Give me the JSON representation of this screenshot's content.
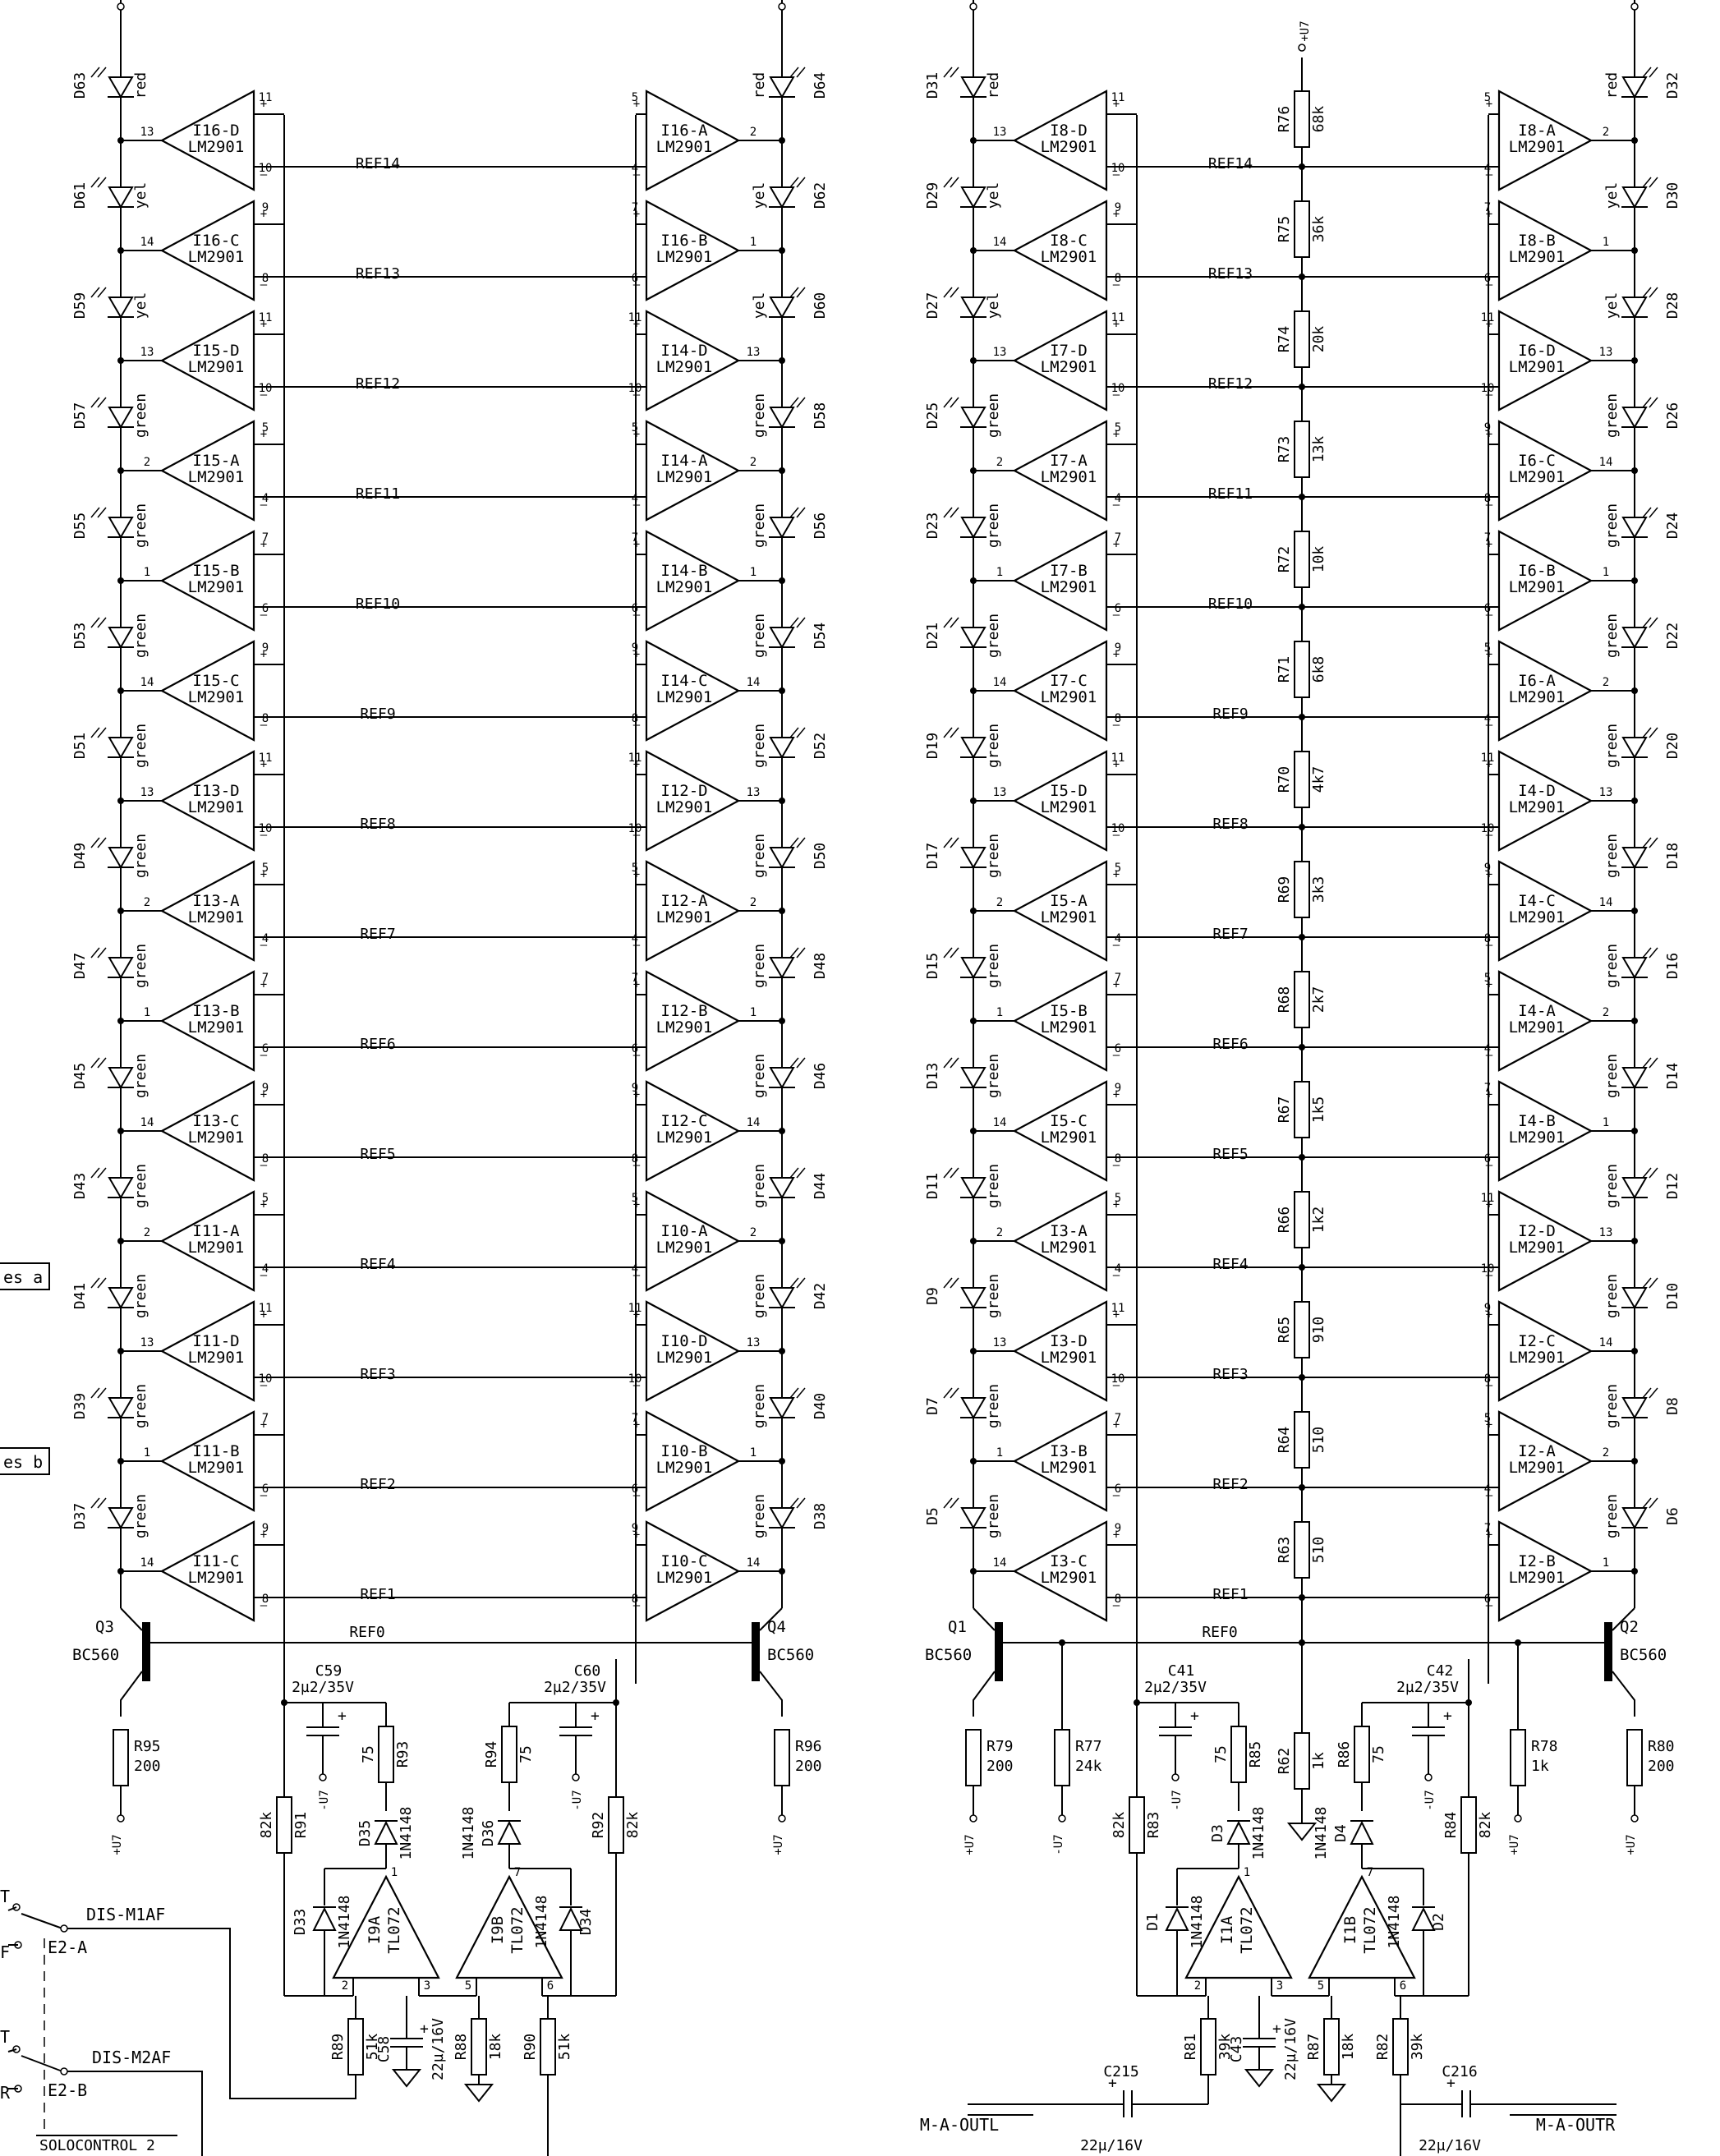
{
  "colors": {
    "ink": "#000000",
    "paper": "#ffffff"
  },
  "supply_label": "+U7",
  "neg_supply_label": "-U7",
  "ref_labels": [
    "REF0",
    "REF1",
    "REF2",
    "REF3",
    "REF4",
    "REF5",
    "REF6",
    "REF7",
    "REF8",
    "REF9",
    "REF10",
    "REF11",
    "REF12",
    "REF13",
    "REF14"
  ],
  "left_half": {
    "left_col": {
      "comparators": [
        {
          "name": "I16-D",
          "part": "LM2901",
          "pin_pos": "11",
          "pin_neg": "10",
          "pin_out": "13"
        },
        {
          "name": "I16-C",
          "part": "LM2901",
          "pin_pos": "9",
          "pin_neg": "8",
          "pin_out": "14"
        },
        {
          "name": "I15-D",
          "part": "LM2901",
          "pin_pos": "11",
          "pin_neg": "10",
          "pin_out": "13"
        },
        {
          "name": "I15-A",
          "part": "LM2901",
          "pin_pos": "5",
          "pin_neg": "4",
          "pin_out": "2"
        },
        {
          "name": "I15-B",
          "part": "LM2901",
          "pin_pos": "7",
          "pin_neg": "6",
          "pin_out": "1"
        },
        {
          "name": "I15-C",
          "part": "LM2901",
          "pin_pos": "9",
          "pin_neg": "8",
          "pin_out": "14"
        },
        {
          "name": "I13-D",
          "part": "LM2901",
          "pin_pos": "11",
          "pin_neg": "10",
          "pin_out": "13"
        },
        {
          "name": "I13-A",
          "part": "LM2901",
          "pin_pos": "5",
          "pin_neg": "4",
          "pin_out": "2"
        },
        {
          "name": "I13-B",
          "part": "LM2901",
          "pin_pos": "7",
          "pin_neg": "6",
          "pin_out": "1"
        },
        {
          "name": "I13-C",
          "part": "LM2901",
          "pin_pos": "9",
          "pin_neg": "8",
          "pin_out": "14"
        },
        {
          "name": "I11-A",
          "part": "LM2901",
          "pin_pos": "5",
          "pin_neg": "4",
          "pin_out": "2"
        },
        {
          "name": "I11-D",
          "part": "LM2901",
          "pin_pos": "11",
          "pin_neg": "10",
          "pin_out": "13"
        },
        {
          "name": "I11-B",
          "part": "LM2901",
          "pin_pos": "7",
          "pin_neg": "6",
          "pin_out": "1"
        },
        {
          "name": "I11-C",
          "part": "LM2901",
          "pin_pos": "9",
          "pin_neg": "8",
          "pin_out": "14"
        }
      ],
      "leds": [
        {
          "ref": "D63",
          "color": "red"
        },
        {
          "ref": "D61",
          "color": "yel"
        },
        {
          "ref": "D59",
          "color": "yel"
        },
        {
          "ref": "D57",
          "color": "green"
        },
        {
          "ref": "D55",
          "color": "green"
        },
        {
          "ref": "D53",
          "color": "green"
        },
        {
          "ref": "D51",
          "color": "green"
        },
        {
          "ref": "D49",
          "color": "green"
        },
        {
          "ref": "D47",
          "color": "green"
        },
        {
          "ref": "D45",
          "color": "green"
        },
        {
          "ref": "D43",
          "color": "green"
        },
        {
          "ref": "D41",
          "color": "green"
        },
        {
          "ref": "D39",
          "color": "green"
        },
        {
          "ref": "D37",
          "color": "green"
        }
      ]
    },
    "right_col": {
      "comparators": [
        {
          "name": "I16-A",
          "part": "LM2901",
          "pin_pos": "5",
          "pin_neg": "4",
          "pin_out": "2"
        },
        {
          "name": "I16-B",
          "part": "LM2901",
          "pin_pos": "7",
          "pin_neg": "6",
          "pin_out": "1"
        },
        {
          "name": "I14-D",
          "part": "LM2901",
          "pin_pos": "11",
          "pin_neg": "10",
          "pin_out": "13"
        },
        {
          "name": "I14-A",
          "part": "LM2901",
          "pin_pos": "5",
          "pin_neg": "4",
          "pin_out": "2"
        },
        {
          "name": "I14-B",
          "part": "LM2901",
          "pin_pos": "7",
          "pin_neg": "6",
          "pin_out": "1"
        },
        {
          "name": "I14-C",
          "part": "LM2901",
          "pin_pos": "9",
          "pin_neg": "8",
          "pin_out": "14"
        },
        {
          "name": "I12-D",
          "part": "LM2901",
          "pin_pos": "11",
          "pin_neg": "10",
          "pin_out": "13"
        },
        {
          "name": "I12-A",
          "part": "LM2901",
          "pin_pos": "5",
          "pin_neg": "4",
          "pin_out": "2"
        },
        {
          "name": "I12-B",
          "part": "LM2901",
          "pin_pos": "7",
          "pin_neg": "6",
          "pin_out": "1"
        },
        {
          "name": "I12-C",
          "part": "LM2901",
          "pin_pos": "9",
          "pin_neg": "8",
          "pin_out": "14"
        },
        {
          "name": "I10-A",
          "part": "LM2901",
          "pin_pos": "5",
          "pin_neg": "4",
          "pin_out": "2"
        },
        {
          "name": "I10-D",
          "part": "LM2901",
          "pin_pos": "11",
          "pin_neg": "10",
          "pin_out": "13"
        },
        {
          "name": "I10-B",
          "part": "LM2901",
          "pin_pos": "7",
          "pin_neg": "6",
          "pin_out": "1"
        },
        {
          "name": "I10-C",
          "part": "LM2901",
          "pin_pos": "9",
          "pin_neg": "8",
          "pin_out": "14"
        }
      ],
      "leds": [
        {
          "ref": "D64",
          "color": "red"
        },
        {
          "ref": "D62",
          "color": "yel"
        },
        {
          "ref": "D60",
          "color": "yel"
        },
        {
          "ref": "D58",
          "color": "green"
        },
        {
          "ref": "D56",
          "color": "green"
        },
        {
          "ref": "D54",
          "color": "green"
        },
        {
          "ref": "D52",
          "color": "green"
        },
        {
          "ref": "D50",
          "color": "green"
        },
        {
          "ref": "D48",
          "color": "green"
        },
        {
          "ref": "D46",
          "color": "green"
        },
        {
          "ref": "D44",
          "color": "green"
        },
        {
          "ref": "D42",
          "color": "green"
        },
        {
          "ref": "D40",
          "color": "green"
        },
        {
          "ref": "D38",
          "color": "green"
        }
      ]
    },
    "transistor_left": {
      "ref": "Q3",
      "part": "BC560"
    },
    "transistor_right": {
      "ref": "Q4",
      "part": "BC560"
    },
    "emitter_res_left": {
      "ref": "R95",
      "value": "200"
    },
    "emitter_res_right": {
      "ref": "R96",
      "value": "200"
    },
    "cap_left": {
      "ref": "C59",
      "value": "2µ2/35V"
    },
    "cap_right": {
      "ref": "C60",
      "value": "2µ2/35V"
    },
    "res_75_left": {
      "ref": "R93",
      "value": "75"
    },
    "res_75_right": {
      "ref": "R94",
      "value": "75"
    },
    "diode_left": {
      "ref": "D35",
      "part": "1N4148"
    },
    "diode_right": {
      "ref": "D36",
      "part": "1N4148"
    },
    "res_82_left": {
      "ref": "R91",
      "value": "82k"
    },
    "res_82_right": {
      "ref": "R92",
      "value": "82k"
    },
    "fb_diode_left": {
      "ref": "D33",
      "part": "1N4148"
    },
    "fb_diode_right": {
      "ref": "D34",
      "part": "1N4148"
    },
    "opamp_a": {
      "name": "I9A",
      "part": "TL072",
      "pin_neg": "2",
      "pin_pos": "3",
      "pin_out": "1"
    },
    "opamp_b": {
      "name": "I9B",
      "part": "TL072",
      "pin_pos": "5",
      "pin_neg": "6",
      "pin_out": "7"
    },
    "res_in_left": {
      "ref": "R89",
      "value": "51k"
    },
    "cap_bottom": {
      "ref": "C58",
      "value": "22µ/16V"
    },
    "res_18": {
      "ref": "R88",
      "value": "18k"
    },
    "res_in_right": {
      "ref": "R90",
      "value": "51k"
    },
    "side_labels": {
      "a": "es a",
      "b": "es b"
    },
    "switch": {
      "sw1_label": "DIS-M1AF",
      "sw1_sub": "E2-A",
      "sw2_label": "DIS-M2AF",
      "sw2_sub": "E2-B",
      "frag_t1": "T",
      "frag_f": "F",
      "frag_t2": "T",
      "frag_r": "R",
      "block": "SOLOCONTROL 2"
    }
  },
  "right_half": {
    "left_col": {
      "comparators": [
        {
          "name": "I8-D",
          "part": "LM2901",
          "pin_pos": "11",
          "pin_neg": "10",
          "pin_out": "13"
        },
        {
          "name": "I8-C",
          "part": "LM2901",
          "pin_pos": "9",
          "pin_neg": "8",
          "pin_out": "14"
        },
        {
          "name": "I7-D",
          "part": "LM2901",
          "pin_pos": "11",
          "pin_neg": "10",
          "pin_out": "13"
        },
        {
          "name": "I7-A",
          "part": "LM2901",
          "pin_pos": "5",
          "pin_neg": "4",
          "pin_out": "2"
        },
        {
          "name": "I7-B",
          "part": "LM2901",
          "pin_pos": "7",
          "pin_neg": "6",
          "pin_out": "1"
        },
        {
          "name": "I7-C",
          "part": "LM2901",
          "pin_pos": "9",
          "pin_neg": "8",
          "pin_out": "14"
        },
        {
          "name": "I5-D",
          "part": "LM2901",
          "pin_pos": "11",
          "pin_neg": "10",
          "pin_out": "13"
        },
        {
          "name": "I5-A",
          "part": "LM2901",
          "pin_pos": "5",
          "pin_neg": "4",
          "pin_out": "2"
        },
        {
          "name": "I5-B",
          "part": "LM2901",
          "pin_pos": "7",
          "pin_neg": "6",
          "pin_out": "1"
        },
        {
          "name": "I5-C",
          "part": "LM2901",
          "pin_pos": "9",
          "pin_neg": "8",
          "pin_out": "14"
        },
        {
          "name": "I3-A",
          "part": "LM2901",
          "pin_pos": "5",
          "pin_neg": "4",
          "pin_out": "2"
        },
        {
          "name": "I3-D",
          "part": "LM2901",
          "pin_pos": "11",
          "pin_neg": "10",
          "pin_out": "13"
        },
        {
          "name": "I3-B",
          "part": "LM2901",
          "pin_pos": "7",
          "pin_neg": "6",
          "pin_out": "1"
        },
        {
          "name": "I3-C",
          "part": "LM2901",
          "pin_pos": "9",
          "pin_neg": "8",
          "pin_out": "14"
        }
      ],
      "leds": [
        {
          "ref": "D31",
          "color": "red"
        },
        {
          "ref": "D29",
          "color": "yel"
        },
        {
          "ref": "D27",
          "color": "yel"
        },
        {
          "ref": "D25",
          "color": "green"
        },
        {
          "ref": "D23",
          "color": "green"
        },
        {
          "ref": "D21",
          "color": "green"
        },
        {
          "ref": "D19",
          "color": "green"
        },
        {
          "ref": "D17",
          "color": "green"
        },
        {
          "ref": "D15",
          "color": "green"
        },
        {
          "ref": "D13",
          "color": "green"
        },
        {
          "ref": "D11",
          "color": "green"
        },
        {
          "ref": "D9",
          "color": "green"
        },
        {
          "ref": "D7",
          "color": "green"
        },
        {
          "ref": "D5",
          "color": "green"
        }
      ]
    },
    "right_col": {
      "comparators": [
        {
          "name": "I8-A",
          "part": "LM2901",
          "pin_pos": "5",
          "pin_neg": "4",
          "pin_out": "2"
        },
        {
          "name": "I8-B",
          "part": "LM2901",
          "pin_pos": "7",
          "pin_neg": "6",
          "pin_out": "1"
        },
        {
          "name": "I6-D",
          "part": "LM2901",
          "pin_pos": "11",
          "pin_neg": "10",
          "pin_out": "13"
        },
        {
          "name": "I6-C",
          "part": "LM2901",
          "pin_pos": "9",
          "pin_neg": "8",
          "pin_out": "14"
        },
        {
          "name": "I6-B",
          "part": "LM2901",
          "pin_pos": "7",
          "pin_neg": "6",
          "pin_out": "1"
        },
        {
          "name": "I6-A",
          "part": "LM2901",
          "pin_pos": "5",
          "pin_neg": "4",
          "pin_out": "2"
        },
        {
          "name": "I4-D",
          "part": "LM2901",
          "pin_pos": "11",
          "pin_neg": "10",
          "pin_out": "13"
        },
        {
          "name": "I4-C",
          "part": "LM2901",
          "pin_pos": "9",
          "pin_neg": "8",
          "pin_out": "14"
        },
        {
          "name": "I4-A",
          "part": "LM2901",
          "pin_pos": "5",
          "pin_neg": "4",
          "pin_out": "2"
        },
        {
          "name": "I4-B",
          "part": "LM2901",
          "pin_pos": "7",
          "pin_neg": "6",
          "pin_out": "1"
        },
        {
          "name": "I2-D",
          "part": "LM2901",
          "pin_pos": "11",
          "pin_neg": "10",
          "pin_out": "13"
        },
        {
          "name": "I2-C",
          "part": "LM2901",
          "pin_pos": "9",
          "pin_neg": "8",
          "pin_out": "14"
        },
        {
          "name": "I2-A",
          "part": "LM2901",
          "pin_pos": "5",
          "pin_neg": "4",
          "pin_out": "2"
        },
        {
          "name": "I2-B",
          "part": "LM2901",
          "pin_pos": "7",
          "pin_neg": "6",
          "pin_out": "1"
        }
      ],
      "leds": [
        {
          "ref": "D32",
          "color": "red"
        },
        {
          "ref": "D30",
          "color": "yel"
        },
        {
          "ref": "D28",
          "color": "yel"
        },
        {
          "ref": "D26",
          "color": "green"
        },
        {
          "ref": "D24",
          "color": "green"
        },
        {
          "ref": "D22",
          "color": "green"
        },
        {
          "ref": "D20",
          "color": "green"
        },
        {
          "ref": "D18",
          "color": "green"
        },
        {
          "ref": "D16",
          "color": "green"
        },
        {
          "ref": "D14",
          "color": "green"
        },
        {
          "ref": "D12",
          "color": "green"
        },
        {
          "ref": "D10",
          "color": "green"
        },
        {
          "ref": "D8",
          "color": "green"
        },
        {
          "ref": "D6",
          "color": "green"
        }
      ]
    },
    "ladder": [
      {
        "ref": "R76",
        "value": "68k"
      },
      {
        "ref": "R75",
        "value": "36k"
      },
      {
        "ref": "R74",
        "value": "20k"
      },
      {
        "ref": "R73",
        "value": "13k"
      },
      {
        "ref": "R72",
        "value": "10k"
      },
      {
        "ref": "R71",
        "value": "6k8"
      },
      {
        "ref": "R70",
        "value": "4k7"
      },
      {
        "ref": "R69",
        "value": "3k3"
      },
      {
        "ref": "R68",
        "value": "2k7"
      },
      {
        "ref": "R67",
        "value": "1k5"
      },
      {
        "ref": "R66",
        "value": "1k2"
      },
      {
        "ref": "R65",
        "value": "910"
      },
      {
        "ref": "R64",
        "value": "510"
      },
      {
        "ref": "R63",
        "value": "510"
      }
    ],
    "ladder_bottom": {
      "ref": "R62",
      "value": "1k"
    },
    "transistor_left": {
      "ref": "Q1",
      "part": "BC560"
    },
    "transistor_right": {
      "ref": "Q2",
      "part": "BC560"
    },
    "emitter_res_left": {
      "ref": "R79",
      "value": "200"
    },
    "emitter_res_right": {
      "ref": "R80",
      "value": "200"
    },
    "bias_res_left": {
      "ref": "R77",
      "value": "24k"
    },
    "bias_res_right": {
      "ref": "R78",
      "value": "1k"
    },
    "cap_left": {
      "ref": "C41",
      "value": "2µ2/35V"
    },
    "cap_right": {
      "ref": "C42",
      "value": "2µ2/35V"
    },
    "res_75_left": {
      "ref": "R85",
      "value": "75"
    },
    "res_75_right": {
      "ref": "R86",
      "value": "75"
    },
    "diode_left": {
      "ref": "D3",
      "part": "1N4148"
    },
    "diode_right": {
      "ref": "D4",
      "part": "1N4148"
    },
    "res_82_left": {
      "ref": "R83",
      "value": "82k"
    },
    "res_82_right": {
      "ref": "R84",
      "value": "82k"
    },
    "fb_diode_left": {
      "ref": "D1",
      "part": "1N4148"
    },
    "fb_diode_right": {
      "ref": "D2",
      "part": "1N4148"
    },
    "opamp_a": {
      "name": "I1A",
      "part": "TL072",
      "pin_neg": "2",
      "pin_pos": "3",
      "pin_out": "1"
    },
    "opamp_b": {
      "name": "I1B",
      "part": "TL072",
      "pin_pos": "5",
      "pin_neg": "6",
      "pin_out": "7"
    },
    "res_in_left": {
      "ref": "R81",
      "value": "39k"
    },
    "cap_bottom": {
      "ref": "C43",
      "value": "22µ/16V"
    },
    "res_18": {
      "ref": "R87",
      "value": "18k"
    },
    "res_in_right": {
      "ref": "R82",
      "value": "39k"
    },
    "coupling_left": {
      "ref": "C215",
      "value": "22µ/16V"
    },
    "coupling_right": {
      "ref": "C216",
      "value": "22µ/16V"
    },
    "input_left": "M-A-OUTL",
    "input_right": "M-A-OUTR"
  }
}
